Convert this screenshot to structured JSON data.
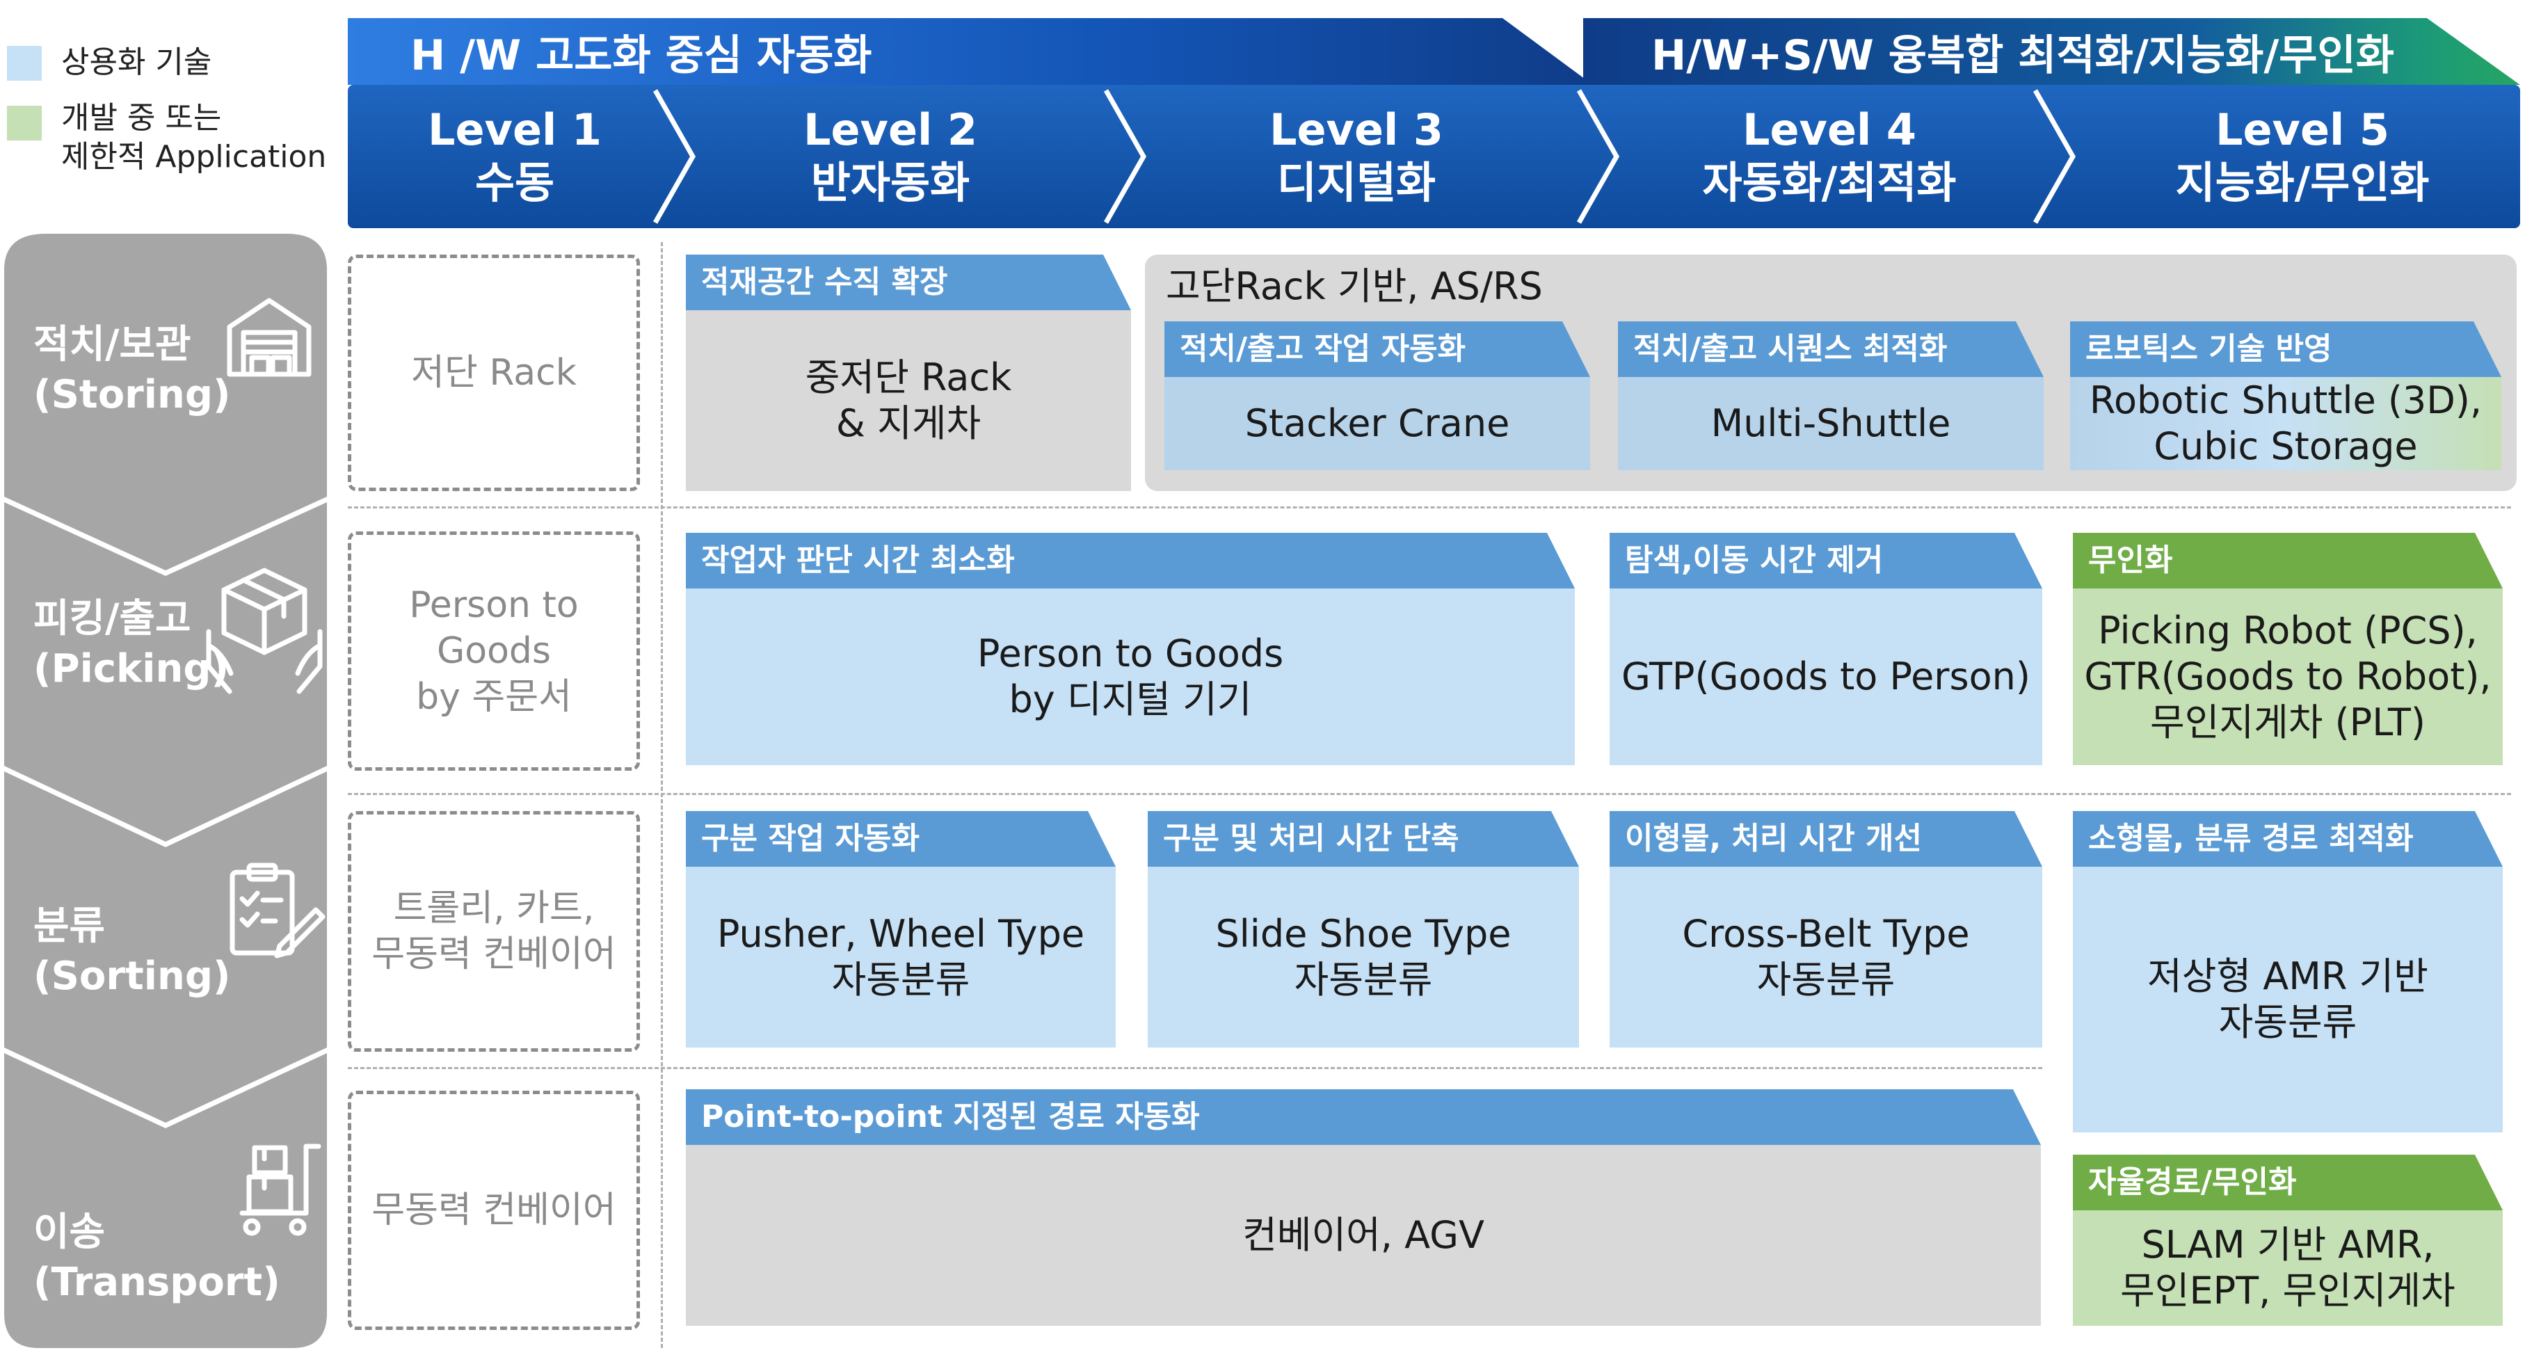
{
  "legend": {
    "commercial": "상용화 기술",
    "developing_line1": "개발 중 또는",
    "developing_line2": "제한적 Application"
  },
  "banners": {
    "hw": "H /W 고도화 중심 자동화",
    "hwsw": "H/W+S/W 융복합 최적화/지능화/무인화"
  },
  "levels": [
    {
      "line1": "Level 1",
      "line2": "수동"
    },
    {
      "line1": "Level 2",
      "line2": "반자동화"
    },
    {
      "line1": "Level 3",
      "line2": "디지털화"
    },
    {
      "line1": "Level 4",
      "line2": "자동화/최적화"
    },
    {
      "line1": "Level 5",
      "line2": "지능화/무인화"
    }
  ],
  "categories": [
    {
      "name": "적치/보관",
      "en": "(Storing)",
      "icon": "warehouse-icon"
    },
    {
      "name": "피킹/출고",
      "en": "(Picking)",
      "icon": "box-hands-icon"
    },
    {
      "name": "분류",
      "en": "(Sorting)",
      "icon": "clipboard-icon"
    },
    {
      "name": "이송",
      "en": "(Transport)",
      "icon": "cart-icon"
    }
  ],
  "level1": {
    "storing": "저단 Rack",
    "picking_line1": "Person to Goods",
    "picking_line2": "by 주문서",
    "sorting_line1": "트롤리, 카트,",
    "sorting_line2": "무동력 컨베이어",
    "transport": "무동력 컨베이어"
  },
  "storing": {
    "l2_header": "적재공간 수직 확장",
    "l2_line1": "중저단 Rack",
    "l2_line2": "& 지게차",
    "group_title": "고단Rack 기반, AS/RS",
    "l3_header": "적치/출고 작업 자동화",
    "l3_body": "Stacker Crane",
    "l4_header": "적치/출고 시퀀스 최적화",
    "l4_body": "Multi-Shuttle",
    "l5_header": "로보틱스 기술 반영",
    "l5_line1": "Robotic Shuttle (3D),",
    "l5_line2": "Cubic Storage"
  },
  "picking": {
    "l23_header": "작업자 판단 시간 최소화",
    "l23_line1": "Person to Goods",
    "l23_line2": "by 디지털 기기",
    "l4_header": "탐색,이동 시간 제거",
    "l4_body": "GTP(Goods to Person)",
    "l5_header": "무인화",
    "l5_line1": "Picking Robot (PCS),",
    "l5_line2": "GTR(Goods to Robot),",
    "l5_line3": "무인지게차 (PLT)"
  },
  "sorting": {
    "l2_header": "구분 작업 자동화",
    "l2_line1": "Pusher, Wheel Type",
    "l2_line2": "자동분류",
    "l3_header": "구분 및 처리 시간 단축",
    "l3_line1": "Slide Shoe Type",
    "l3_line2": "자동분류",
    "l4_header": "이형물, 처리 시간 개선",
    "l4_line1": "Cross-Belt Type",
    "l4_line2": "자동분류",
    "l5_header": "소형물, 분류 경로 최적화",
    "l5_line1": "저상형 AMR 기반",
    "l5_line2": "자동분류"
  },
  "transport": {
    "l24_header": "Point-to-point 지정된 경로 자동화",
    "l24_body": "컨베이어, AGV",
    "l5_header": "자율경로/무인화",
    "l5_line1": "SLAM 기반 AMR,",
    "l5_line2": "무인EPT, 무인지게차"
  },
  "colors": {
    "commercial": "#c6e0f5",
    "developing": "#c5e0b4",
    "header_blue": "#5b9bd5",
    "header_green": "#70ad47",
    "band_dark": "#0e4a9c",
    "sidebar_gray": "#a6a6a6"
  }
}
